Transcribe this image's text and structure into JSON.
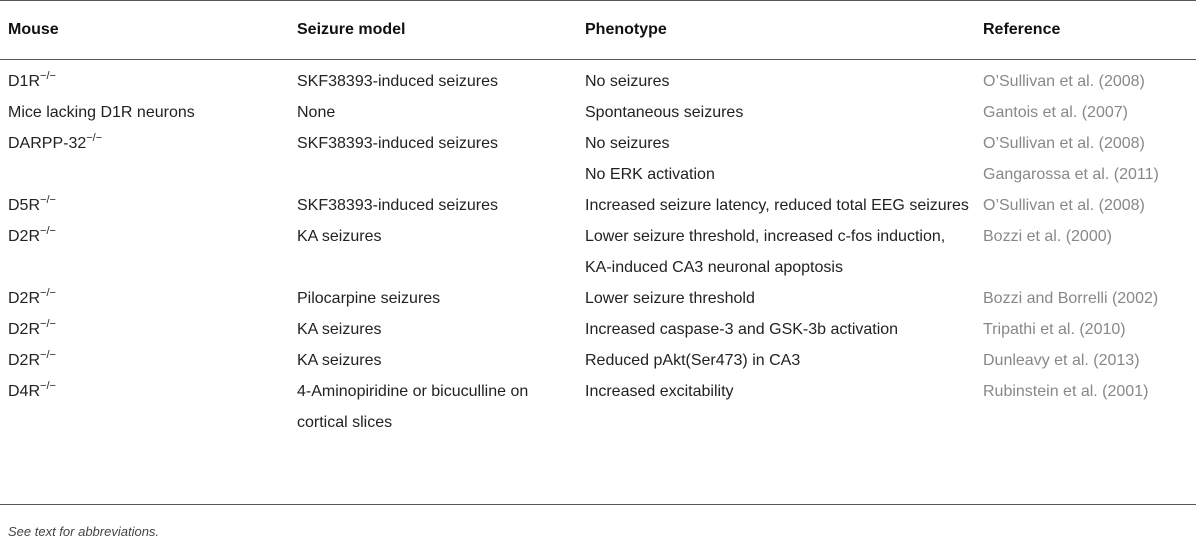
{
  "table": {
    "headers": [
      "Mouse",
      "Seizure model",
      "Phenotype",
      "Reference"
    ],
    "rows": [
      {
        "mouse": "D1R",
        "mouse_sup": "−/−",
        "model": "SKF38393-induced seizures",
        "phenotype": "No seizures",
        "reference": "O’Sullivan et al. (2008)"
      },
      {
        "mouse": "Mice lacking D1R neurons",
        "mouse_sup": "",
        "model": "None",
        "phenotype": "Spontaneous seizures",
        "reference": "Gantois et al. (2007)"
      },
      {
        "mouse": "DARPP-32",
        "mouse_sup": "−/−",
        "model": "SKF38393-induced seizures",
        "phenotype": "No seizures",
        "reference": "O’Sullivan et al. (2008)"
      },
      {
        "mouse": "",
        "mouse_sup": "",
        "model": "",
        "phenotype": "No ERK activation",
        "reference": "Gangarossa et al. (2011)"
      },
      {
        "mouse": "D5R",
        "mouse_sup": "−/−",
        "model": "SKF38393-induced seizures",
        "phenotype": "Increased seizure latency, reduced total EEG seizures",
        "reference": "O’Sullivan et al. (2008)"
      },
      {
        "mouse": "D2R",
        "mouse_sup": "−/−",
        "model": "KA seizures",
        "phenotype": "Lower seizure threshold, increased c-fos induction, KA-induced CA3 neuronal apoptosis",
        "reference": "Bozzi et al. (2000)"
      },
      {
        "mouse": "D2R",
        "mouse_sup": "−/−",
        "model": "Pilocarpine seizures",
        "phenotype": "Lower seizure threshold",
        "reference": "Bozzi and Borrelli (2002)"
      },
      {
        "mouse": "D2R",
        "mouse_sup": "−/−",
        "model": "KA seizures",
        "phenotype": "Increased caspase-3 and GSK-3b activation",
        "reference": "Tripathi et al. (2010)"
      },
      {
        "mouse": "D2R",
        "mouse_sup": "−/−",
        "model": "KA seizures",
        "phenotype": "Reduced pAkt(Ser473) in CA3",
        "reference": "Dunleavy et al. (2013)"
      },
      {
        "mouse": "D4R",
        "mouse_sup": "−/−",
        "model": "4-Aminopiridine or bicuculline on cortical slices",
        "phenotype": "Increased excitability",
        "reference": "Rubinstein et al. (2001)"
      }
    ]
  },
  "footnote": "See text for abbreviations.",
  "colors": {
    "rule": "#555555",
    "reference_text": "#888888",
    "body_text": "#222222"
  }
}
